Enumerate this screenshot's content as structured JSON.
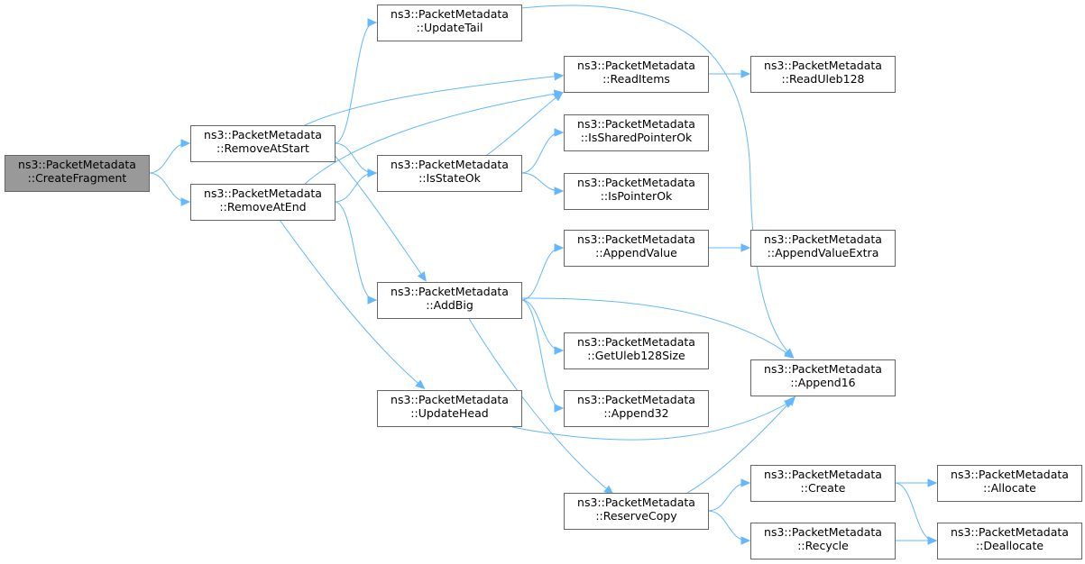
{
  "nodes": [
    {
      "id": "createfragment",
      "line1": "ns3::PacketMetadata",
      "line2": "::CreateFragment",
      "root": true
    },
    {
      "id": "removeatstart",
      "line1": "ns3::PacketMetadata",
      "line2": "::RemoveAtStart"
    },
    {
      "id": "removeatend",
      "line1": "ns3::PacketMetadata",
      "line2": "::RemoveAtEnd"
    },
    {
      "id": "updatetail",
      "line1": "ns3::PacketMetadata",
      "line2": "::UpdateTail"
    },
    {
      "id": "isstateok",
      "line1": "ns3::PacketMetadata",
      "line2": "::IsStateOk"
    },
    {
      "id": "addbig",
      "line1": "ns3::PacketMetadata",
      "line2": "::AddBig"
    },
    {
      "id": "updatehead",
      "line1": "ns3::PacketMetadata",
      "line2": "::UpdateHead"
    },
    {
      "id": "readitems",
      "line1": "ns3::PacketMetadata",
      "line2": "::ReadItems"
    },
    {
      "id": "issharedpointerok",
      "line1": "ns3::PacketMetadata",
      "line2": "::IsSharedPointerOk"
    },
    {
      "id": "ispointerok",
      "line1": "ns3::PacketMetadata",
      "line2": "::IsPointerOk"
    },
    {
      "id": "appendvalue",
      "line1": "ns3::PacketMetadata",
      "line2": "::AppendValue"
    },
    {
      "id": "getuleb128size",
      "line1": "ns3::PacketMetadata",
      "line2": "::GetUleb128Size"
    },
    {
      "id": "append32",
      "line1": "ns3::PacketMetadata",
      "line2": "::Append32"
    },
    {
      "id": "reservecopy",
      "line1": "ns3::PacketMetadata",
      "line2": "::ReserveCopy"
    },
    {
      "id": "readuleb128",
      "line1": "ns3::PacketMetadata",
      "line2": "::ReadUleb128"
    },
    {
      "id": "appendvalueextra",
      "line1": "ns3::PacketMetadata",
      "line2": "::AppendValueExtra"
    },
    {
      "id": "append16",
      "line1": "ns3::PacketMetadata",
      "line2": "::Append16"
    },
    {
      "id": "create",
      "line1": "ns3::PacketMetadata",
      "line2": "::Create"
    },
    {
      "id": "recycle",
      "line1": "ns3::PacketMetadata",
      "line2": "::Recycle"
    },
    {
      "id": "allocate",
      "line1": "ns3::PacketMetadata",
      "line2": "::Allocate"
    },
    {
      "id": "deallocate",
      "line1": "ns3::PacketMetadata",
      "line2": "::Deallocate"
    }
  ],
  "edges": [
    [
      "createfragment",
      "removeatstart"
    ],
    [
      "createfragment",
      "removeatend"
    ],
    [
      "removeatstart",
      "updatetail"
    ],
    [
      "removeatstart",
      "readitems"
    ],
    [
      "removeatstart",
      "isstateok"
    ],
    [
      "removeatstart",
      "addbig"
    ],
    [
      "removeatend",
      "readitems"
    ],
    [
      "removeatend",
      "isstateok"
    ],
    [
      "removeatend",
      "addbig"
    ],
    [
      "removeatend",
      "updatehead"
    ],
    [
      "updatetail",
      "append16"
    ],
    [
      "isstateok",
      "readitems"
    ],
    [
      "isstateok",
      "issharedpointerok"
    ],
    [
      "isstateok",
      "ispointerok"
    ],
    [
      "readitems",
      "readuleb128"
    ],
    [
      "addbig",
      "appendvalue"
    ],
    [
      "addbig",
      "append16"
    ],
    [
      "addbig",
      "getuleb128size"
    ],
    [
      "addbig",
      "append32"
    ],
    [
      "addbig",
      "reservecopy"
    ],
    [
      "appendvalue",
      "appendvalueextra"
    ],
    [
      "updatehead",
      "append16"
    ],
    [
      "reservecopy",
      "append16"
    ],
    [
      "reservecopy",
      "create"
    ],
    [
      "reservecopy",
      "recycle"
    ],
    [
      "create",
      "allocate"
    ],
    [
      "create",
      "deallocate"
    ],
    [
      "recycle",
      "deallocate"
    ]
  ],
  "colors": {
    "edge": "#63b8ff",
    "root_fill": "#999999",
    "node_border": "#666666"
  }
}
